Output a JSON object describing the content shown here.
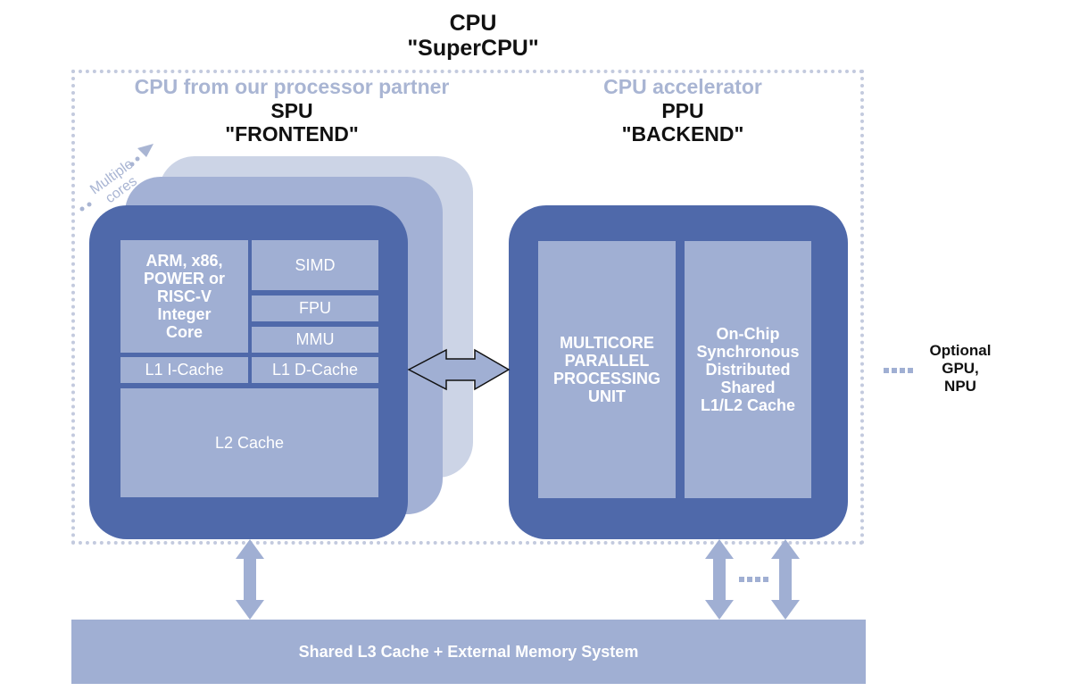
{
  "title": {
    "line1": "CPU",
    "line2": "\"SuperCPU\""
  },
  "left": {
    "partner_label": "CPU from our processor partner",
    "unit": "SPU",
    "role": "\"FRONTEND\"",
    "multiple_cores_line1": "Multiple",
    "multiple_cores_line2": "cores",
    "blocks": {
      "integer_core": [
        "ARM, x86,",
        "POWER or",
        "RISC-V",
        "Integer",
        "Core"
      ],
      "simd": "SIMD",
      "fpu": "FPU",
      "mmu": "MMU",
      "l1i": "L1 I-Cache",
      "l1d": "L1 D-Cache",
      "l2": "L2 Cache"
    }
  },
  "right": {
    "accel_label": "CPU accelerator",
    "unit": "PPU",
    "role": "\"BACKEND\"",
    "blocks": {
      "mppu": [
        "MULTICORE",
        "PARALLEL",
        "PROCESSING",
        "UNIT"
      ],
      "cache": [
        "On-Chip",
        "Synchronous",
        "Distributed",
        "Shared",
        "L1/L2 Cache"
      ]
    }
  },
  "optional": [
    "Optional",
    "GPU,",
    "NPU"
  ],
  "l3": "Shared L3 Cache + External Memory System",
  "colors": {
    "dark_blue": "#4f69aa",
    "mid_blue": "#a0afd3",
    "light_blue": "#ccd4e6",
    "label_blue": "#a9b5d3"
  }
}
